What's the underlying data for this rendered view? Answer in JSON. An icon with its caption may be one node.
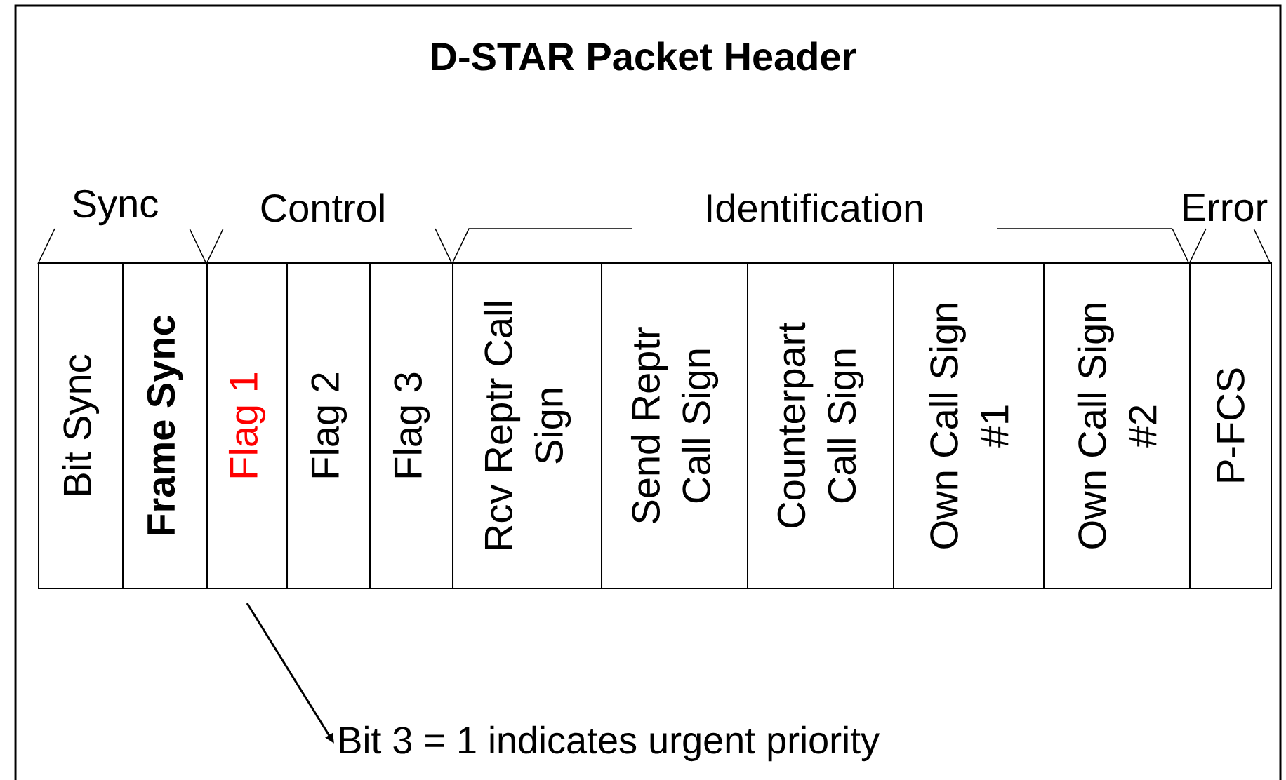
{
  "diagram": {
    "title": "D-STAR Packet Header",
    "nodes": [
      {
        "text": [
          "Bit Sync"
        ]
      },
      {
        "text": [
          "Frame Sync"
        ]
      },
      {
        "text": [
          "Flag 1"
        ]
      },
      {
        "text": [
          "Flag 2"
        ]
      },
      {
        "text": [
          "Flag 3"
        ]
      },
      {
        "text": [
          "Rcv Reptr Call Sign"
        ]
      },
      {
        "text": [
          "Send Reptr Call Sign"
        ]
      },
      {
        "text": [
          "Counterpart Call Sign"
        ]
      },
      {
        "text": [
          "Own Call Sign #1"
        ]
      },
      {
        "text": [
          "Own Call Sign #2"
        ]
      },
      {
        "text": [
          "P-FCS"
        ]
      },
      {
        "text": [
          "Bit 3 = 1 indicates urgent priority"
        ]
      }
    ],
    "edges": [
      {
        "from": 2,
        "to": 11,
        "arrow": "to"
      }
    ],
    "labels": [
      "Sync",
      "Control",
      "Identification",
      "Error"
    ]
  }
}
